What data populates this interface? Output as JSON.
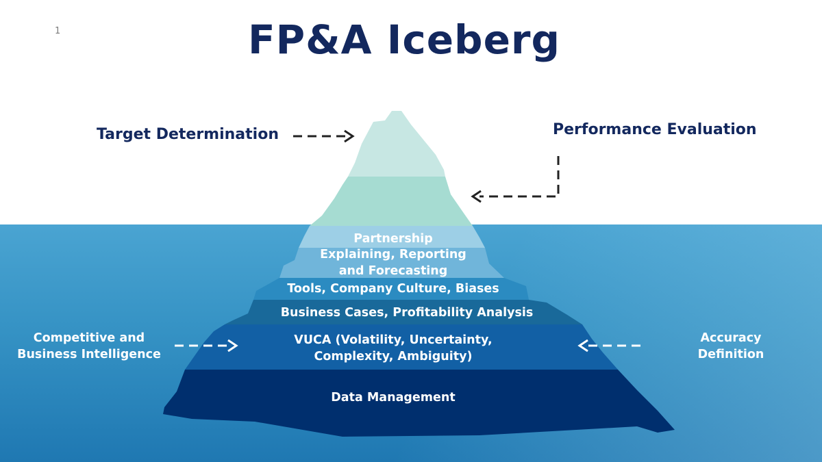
{
  "page_number": "1",
  "title": "FP&A Iceberg",
  "labels": {
    "target": "Target Determination",
    "performance": "Performance Evaluation",
    "competitive_line1": "Competitive and",
    "competitive_line2": "Business Intelligence",
    "accuracy_line1": "Accuracy",
    "accuracy_line2": "Definition"
  },
  "layers": {
    "partnership": "Partnership",
    "explaining_line1": "Explaining, Reporting",
    "explaining_line2": "and Forecasting",
    "tools": "Tools, Company Culture, Biases",
    "business_cases": "Business Cases, Profitability Analysis",
    "vuca_line1": "VUCA (Volatility, Uncertainty,",
    "vuca_line2": "Complexity, Ambiguity)",
    "data": "Data Management"
  },
  "colors": {
    "title": "#13285e",
    "tip_top": "#c7e7e3",
    "tip_bottom": "#a6dcd2",
    "water": "#3592c4",
    "data_layer": "#002f6e"
  }
}
